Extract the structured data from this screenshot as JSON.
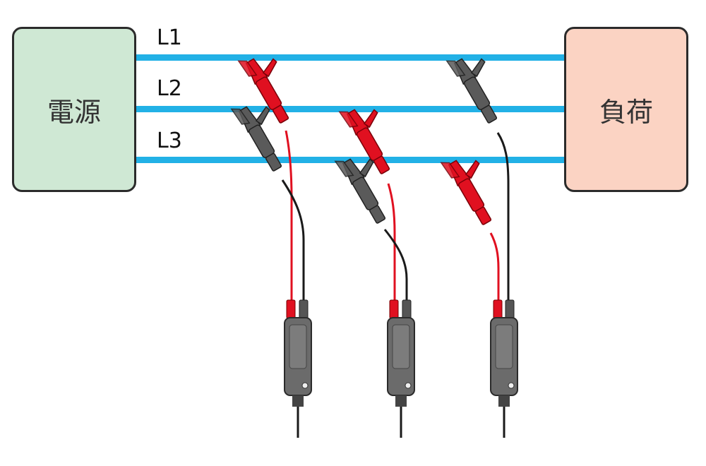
{
  "source_box": {
    "label": "電源",
    "color": "#cfe8d4"
  },
  "load_box": {
    "label": "負荷",
    "color": "#fbd3c3"
  },
  "lines": [
    {
      "label": "L1"
    },
    {
      "label": "L2"
    },
    {
      "label": "L3"
    }
  ],
  "colors": {
    "line": "#22b1e6",
    "red_lead": "#e01020",
    "black_lead": "#555555",
    "probe_body": "#6b6b6b",
    "cable": "#1a1a1a"
  }
}
